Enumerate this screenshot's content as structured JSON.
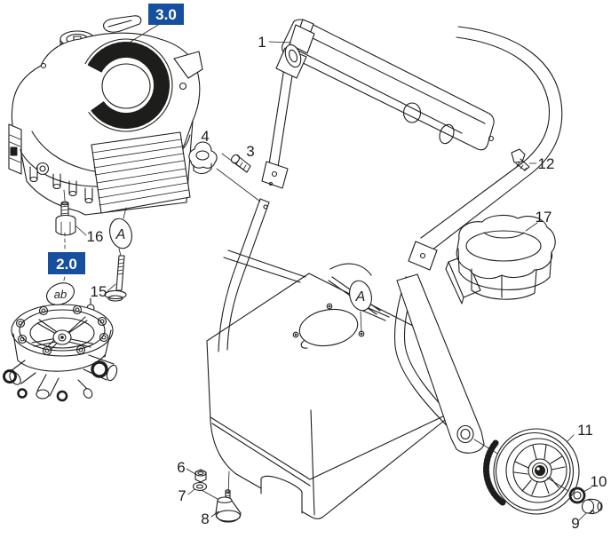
{
  "diagram": {
    "kind": "exploded-parts-diagram",
    "colors": {
      "background": "#ffffff",
      "line": "#1d1d1b",
      "section_label_bg": "#164f9d",
      "section_label_text": "#ffffff"
    },
    "section_labels": {
      "engine": "3.0",
      "pump": "2.0"
    },
    "detail_markers": {
      "engine_bolt": "A",
      "platform": "A",
      "pump": "ab"
    },
    "callouts": {
      "c1": "1",
      "c3": "3",
      "c4": "4",
      "c6": "6",
      "c7": "7",
      "c8": "8",
      "c9": "9",
      "c10": "10",
      "c11": "11",
      "c12": "12",
      "c15": "15",
      "c16": "16",
      "c17": "17"
    }
  }
}
